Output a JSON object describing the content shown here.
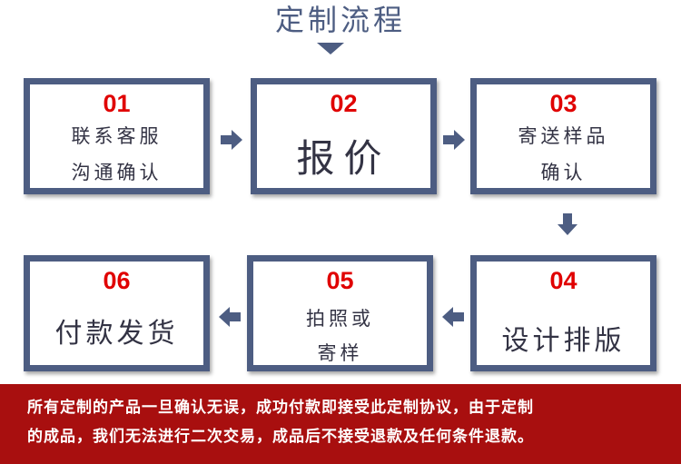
{
  "title": "定制流程",
  "colors": {
    "frame": "#4d5d82",
    "number": "#e00000",
    "notice_bg": "#a80f0f"
  },
  "steps": [
    {
      "num": "01",
      "lines": [
        "联系客服",
        "沟通确认"
      ]
    },
    {
      "num": "02",
      "big": "报价"
    },
    {
      "num": "03",
      "lines": [
        "寄送样品",
        "确认"
      ]
    },
    {
      "num": "04",
      "big": "设计排版"
    },
    {
      "num": "05",
      "lines": [
        "拍照或",
        "寄样"
      ]
    },
    {
      "num": "06",
      "big": "付款发货"
    }
  ],
  "notice": {
    "line1": "所有定制的产品一旦确认无误，成功付款即接受此定制协议，由于定制",
    "line2": "的成品，我们无法进行二次交易，成品后不接受退款及任何条件退款。"
  }
}
